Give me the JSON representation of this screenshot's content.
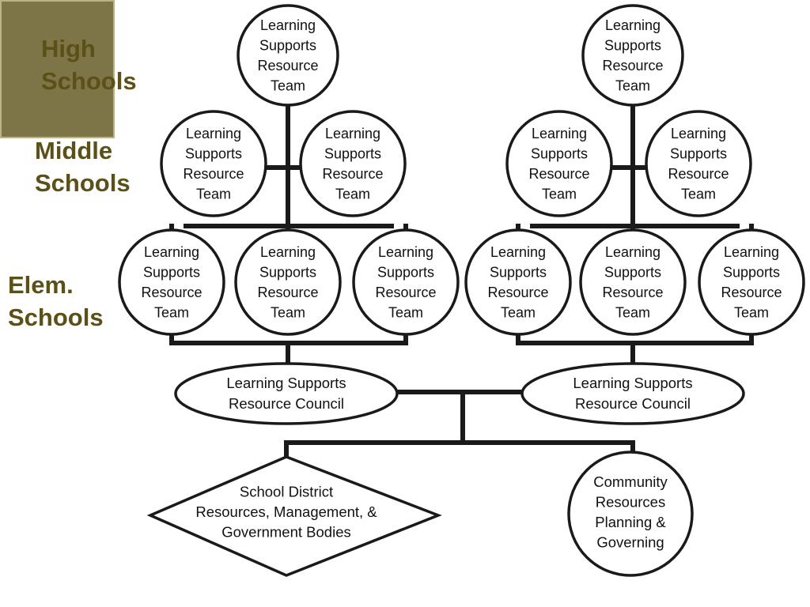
{
  "tier_labels": {
    "high": [
      "High",
      "Schools"
    ],
    "middle": [
      "Middle",
      "Schools"
    ],
    "elem": [
      "Elem.",
      "Schools"
    ]
  },
  "colors": {
    "olive_block": "#7d7448",
    "label_text": "#5b5017",
    "lines": "#1a1a1a"
  },
  "team_lines": [
    "Learning",
    "Supports",
    "Resource",
    "Team"
  ],
  "council_lines": [
    "Learning Supports",
    "Resource Council"
  ],
  "district_lines": [
    "School District",
    "Resources, Management, &",
    "Government Bodies"
  ],
  "community_lines": [
    "Community",
    "Resources",
    "Planning &",
    "Governing"
  ]
}
